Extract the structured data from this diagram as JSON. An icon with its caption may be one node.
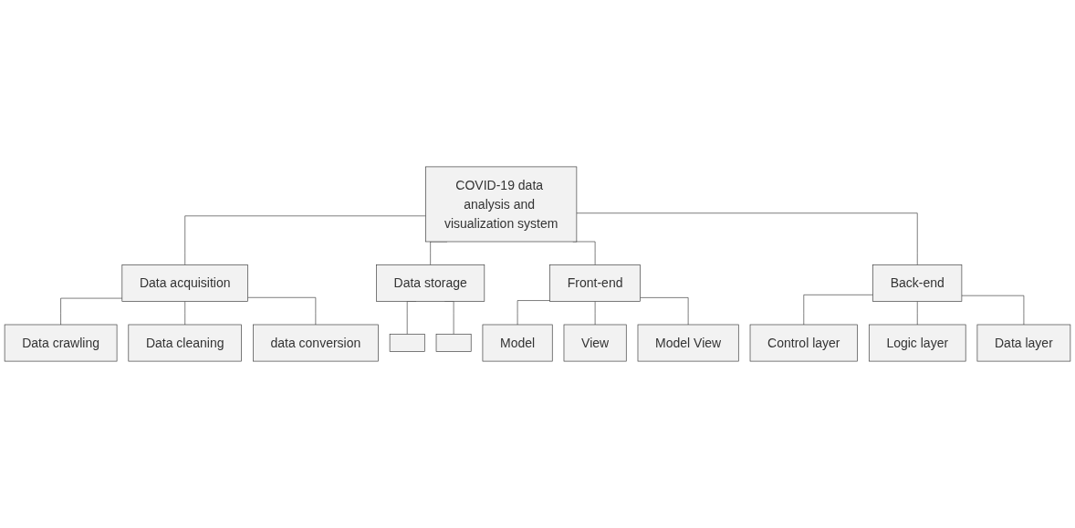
{
  "diagram": {
    "nodes": [
      {
        "text": [
          "COVID-19 data analysis and visualization system"
        ]
      },
      {
        "text": [
          "Data acquisition"
        ]
      },
      {
        "text": [
          "Data storage"
        ]
      },
      {
        "text": [
          "Front-end"
        ]
      },
      {
        "text": [
          "Back-end"
        ]
      },
      {
        "text": [
          "Data crawling"
        ]
      },
      {
        "text": [
          "Data cleaning"
        ]
      },
      {
        "text": [
          "data conversion"
        ]
      },
      {
        "text": [],
        "shape": "box"
      },
      {
        "text": [],
        "shape": "box"
      },
      {
        "text": [
          "Model"
        ]
      },
      {
        "text": [
          "View"
        ]
      },
      {
        "text": [
          "Model View"
        ]
      },
      {
        "text": [
          "Control layer"
        ]
      },
      {
        "text": [
          "Logic layer"
        ]
      },
      {
        "text": [
          "Data layer"
        ]
      }
    ],
    "edges": [
      {
        "from": 0,
        "to": 1,
        "arrow": "none"
      },
      {
        "from": 0,
        "to": 2,
        "arrow": "none"
      },
      {
        "from": 0,
        "to": 3,
        "arrow": "none"
      },
      {
        "from": 0,
        "to": 4,
        "arrow": "none"
      },
      {
        "from": 1,
        "to": 5,
        "arrow": "none"
      },
      {
        "from": 1,
        "to": 6,
        "arrow": "none"
      },
      {
        "from": 1,
        "to": 7,
        "arrow": "none"
      },
      {
        "from": 2,
        "to": 8,
        "arrow": "none"
      },
      {
        "from": 2,
        "to": 9,
        "arrow": "none"
      },
      {
        "from": 3,
        "to": 10,
        "arrow": "none"
      },
      {
        "from": 3,
        "to": 11,
        "arrow": "none"
      },
      {
        "from": 3,
        "to": 12,
        "arrow": "none"
      },
      {
        "from": 4,
        "to": 13,
        "arrow": "none"
      },
      {
        "from": 4,
        "to": 14,
        "arrow": "none"
      },
      {
        "from": 4,
        "to": 15,
        "arrow": "none"
      }
    ]
  }
}
